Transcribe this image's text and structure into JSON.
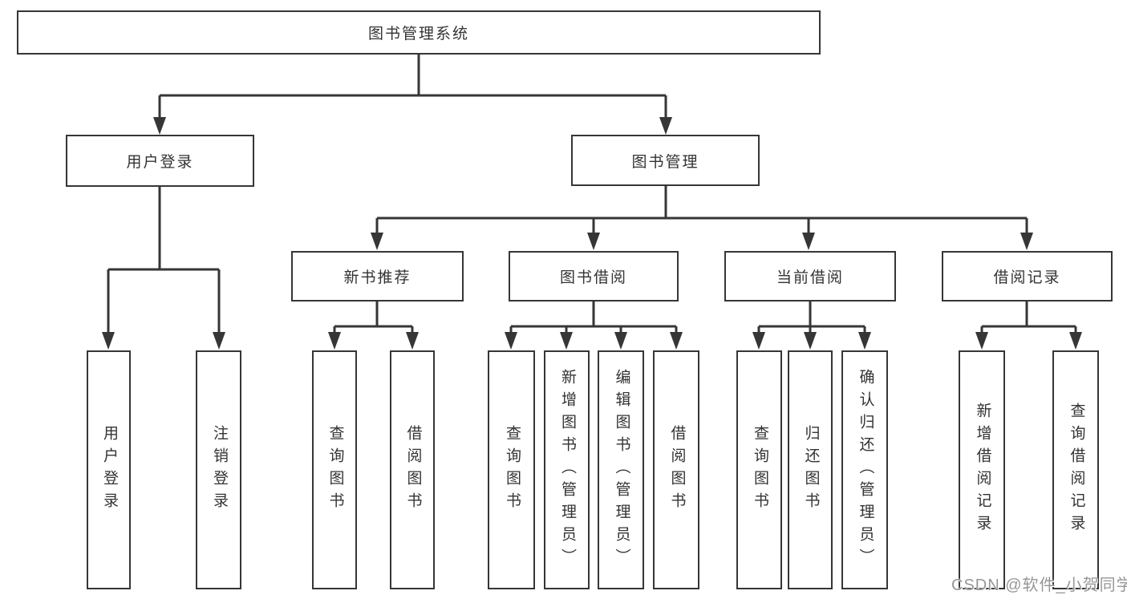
{
  "tree": {
    "label": "图书管理系统",
    "children": [
      {
        "label": "用户登录",
        "children": [
          {
            "label": "用户登录"
          },
          {
            "label": "注销登录"
          }
        ]
      },
      {
        "label": "图书管理",
        "children": [
          {
            "label": "新书推荐",
            "children": [
              {
                "label": "查询图书"
              },
              {
                "label": "借阅图书"
              }
            ]
          },
          {
            "label": "图书借阅",
            "children": [
              {
                "label": "查询图书"
              },
              {
                "label": "新增图书（管理员）"
              },
              {
                "label": "编辑图书（管理员）"
              },
              {
                "label": "借阅图书"
              }
            ]
          },
          {
            "label": "当前借阅",
            "children": [
              {
                "label": "查询图书"
              },
              {
                "label": "归还图书"
              },
              {
                "label": "确认归还（管理员）"
              }
            ]
          },
          {
            "label": "借阅记录",
            "children": [
              {
                "label": "新增借阅记录"
              },
              {
                "label": "查询借阅记录"
              }
            ]
          }
        ]
      }
    ]
  },
  "watermark": {
    "text": "CSDN @软件_小贺同学"
  },
  "colors": {
    "line": "#363636",
    "box_border": "#363636",
    "text": "#333333",
    "watermark": "#979797",
    "background": "#ffffff"
  }
}
